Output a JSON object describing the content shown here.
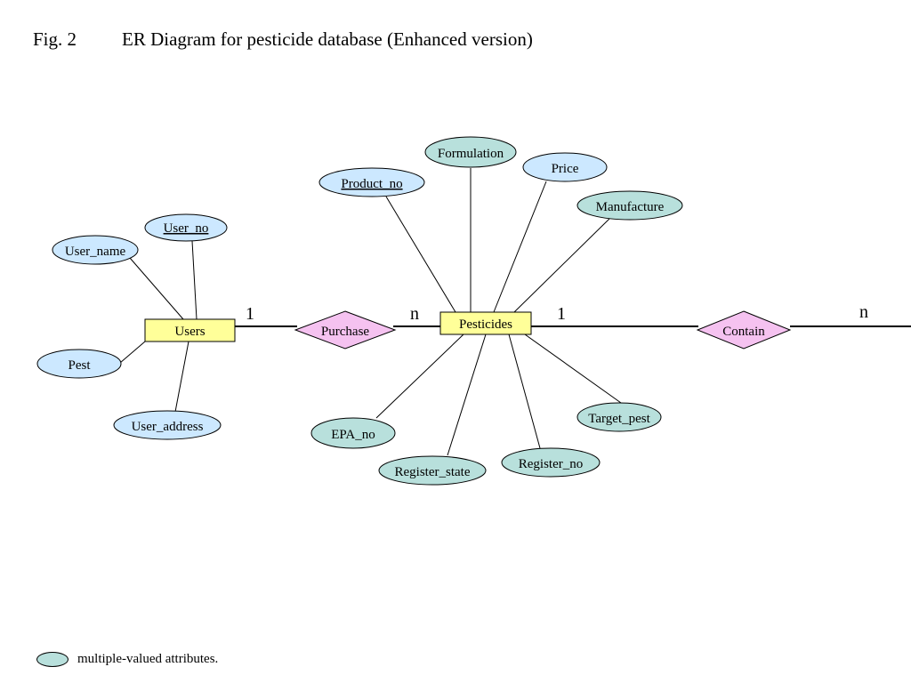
{
  "title": {
    "fig": "Fig. 2",
    "text": "ER Diagram for pesticide database (Enhanced version)"
  },
  "colors": {
    "entity_fill": "#ffff99",
    "relationship_fill": "#f5c2f0",
    "attribute_fill": "#cce8ff",
    "multivalued_fill": "#b8e0dc",
    "stroke": "#000000"
  },
  "entities": [
    {
      "id": "users",
      "label": "Users"
    },
    {
      "id": "pesticides",
      "label": "Pesticides"
    }
  ],
  "relationships": [
    {
      "id": "purchase",
      "label": "Purchase"
    },
    {
      "id": "contain",
      "label": "Contain"
    }
  ],
  "attributes": [
    {
      "id": "user_no",
      "label": "User_no",
      "entity": "users",
      "key": true,
      "multivalued": false
    },
    {
      "id": "user_name",
      "label": "User_name",
      "entity": "users",
      "key": false,
      "multivalued": false
    },
    {
      "id": "pest",
      "label": "Pest",
      "entity": "users",
      "key": false,
      "multivalued": false
    },
    {
      "id": "user_address",
      "label": "User_address",
      "entity": "users",
      "key": false,
      "multivalued": false
    },
    {
      "id": "product_no",
      "label": "Product_no",
      "entity": "pesticides",
      "key": true,
      "multivalued": false
    },
    {
      "id": "formulation",
      "label": "Formulation",
      "entity": "pesticides",
      "key": false,
      "multivalued": true
    },
    {
      "id": "price",
      "label": "Price",
      "entity": "pesticides",
      "key": false,
      "multivalued": false
    },
    {
      "id": "manufacture",
      "label": "Manufacture",
      "entity": "pesticides",
      "key": false,
      "multivalued": true
    },
    {
      "id": "target_pest",
      "label": "Target_pest",
      "entity": "pesticides",
      "key": false,
      "multivalued": true
    },
    {
      "id": "register_no",
      "label": "Register_no",
      "entity": "pesticides",
      "key": false,
      "multivalued": true
    },
    {
      "id": "register_state",
      "label": "Register_state",
      "entity": "pesticides",
      "key": false,
      "multivalued": true
    },
    {
      "id": "epa_no",
      "label": "EPA_no",
      "entity": "pesticides",
      "key": false,
      "multivalued": true
    }
  ],
  "cardinalities": {
    "users_purchase": "1",
    "purchase_pesticides": "n",
    "pesticides_contain": "1",
    "contain_right": "n"
  },
  "legend": {
    "text": "multiple-valued attributes."
  }
}
